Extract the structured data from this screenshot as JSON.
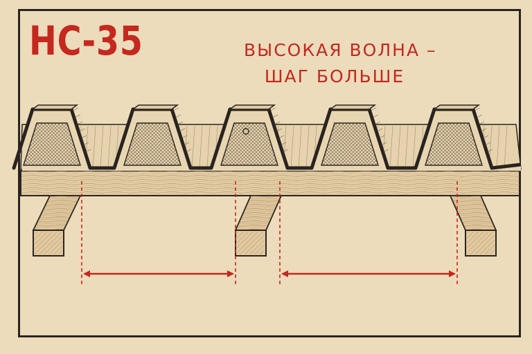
{
  "title": "НС-35",
  "subtitle": {
    "line1": "ВЫСОКАЯ ВОЛНА –",
    "line2": "ШАГ БОЛЬШЕ"
  },
  "colors": {
    "accent": "#c4281f",
    "ink": "#2a2420",
    "paper": "#ecdcbb",
    "wood": "#e0c9a0"
  },
  "diagram": {
    "profile_crests": 5,
    "supports": 3,
    "spacing_arrows": 2
  }
}
